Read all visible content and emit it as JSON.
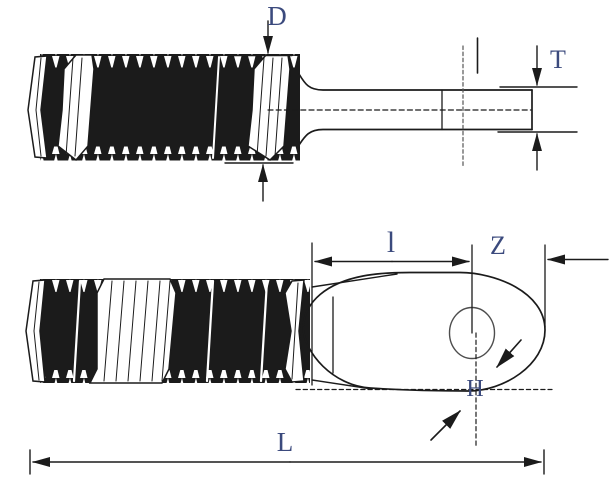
{
  "drawing": {
    "description": "Technical drawing of threaded swage eye terminal, two views",
    "labels": {
      "thread_diameter": "D",
      "eye_thickness": "T",
      "eye_length": "l",
      "end_distance": "Z",
      "edge_height": "H",
      "overall_length": "L"
    },
    "colors": {
      "line": "#1b1b1b",
      "label_text": "#3b4a7d",
      "background": "#ffffff",
      "hole_outline": "#4d4d4d"
    }
  }
}
